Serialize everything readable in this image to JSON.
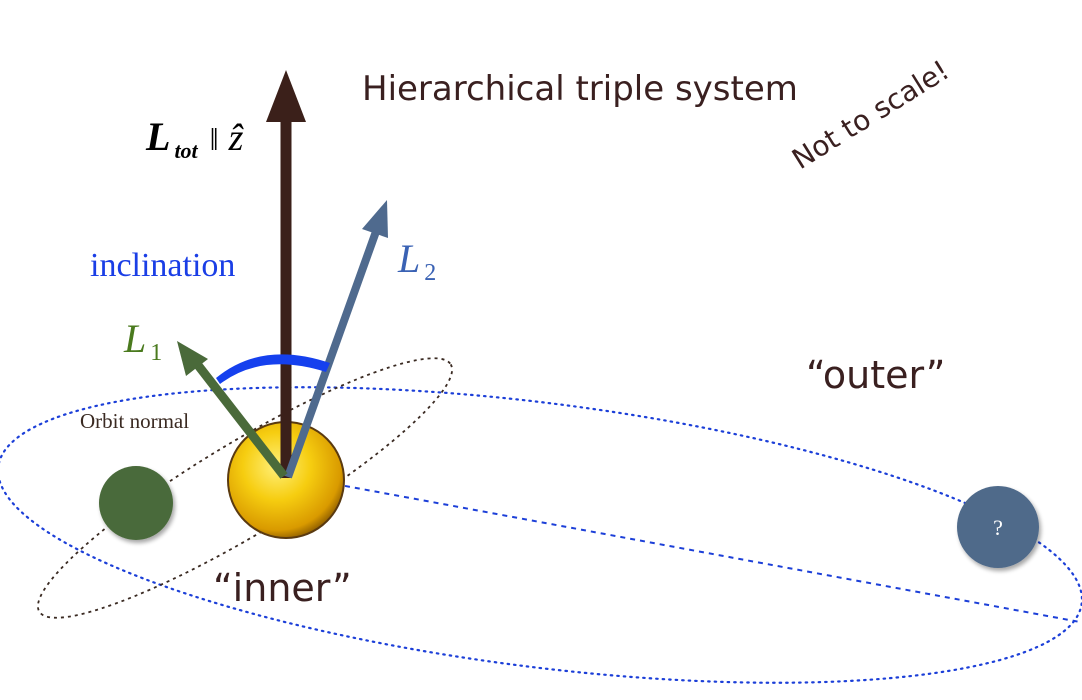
{
  "title": "Hierarchical triple system",
  "note": "Not to scale!",
  "labels": {
    "total_momentum_symbol": "L",
    "total_momentum_subscript": "tot",
    "parallel_symbol": "‖",
    "z_hat": "ẑ",
    "inner_momentum_symbol": "L",
    "inner_momentum_subscript": "1",
    "outer_momentum_symbol": "L",
    "outer_momentum_subscript": "2",
    "inclination": "inclination",
    "orbit_normal": "Orbit normal",
    "inner": "“inner”",
    "outer": "“outer”",
    "unknown_body": "?"
  },
  "colors": {
    "total_arrow": "#3b201a",
    "inner_arrow": "#4a6a3a",
    "outer_arrow": "#4f6a8e",
    "inclination_arc": "#1540ee",
    "inclination_text": "#1a3ee6",
    "l1_text": "#4a7a1e",
    "l2_text": "#3a62b4",
    "inner_orbit": "#3a2a22",
    "outer_orbit": "#1c3fd8",
    "star": "#f2c200",
    "inner_companion": "#4a6a3a",
    "outer_companion": "#506a8a",
    "title_text": "#3a2020",
    "label_text": "#3a2a22"
  }
}
